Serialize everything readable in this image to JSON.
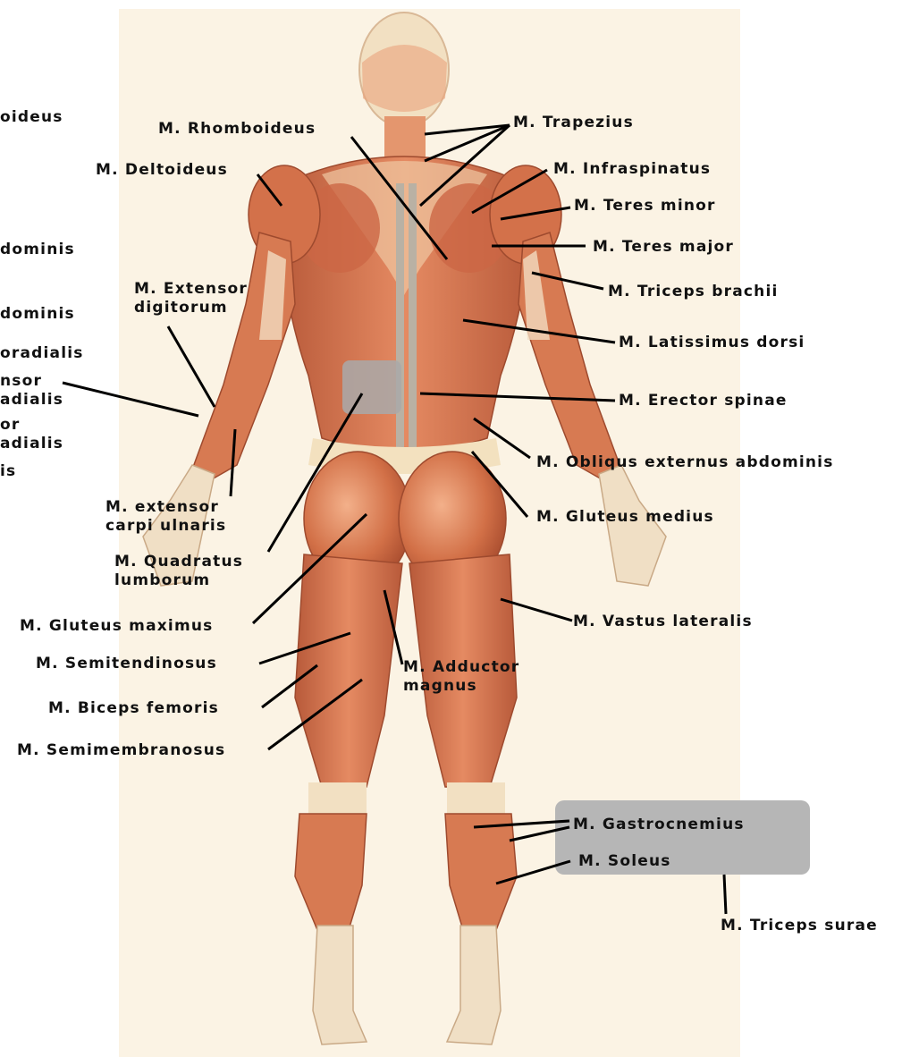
{
  "labels": {
    "rhomboideus": "M. Rhomboideus",
    "trapezius": "M. Trapezius",
    "deltoideus": "M. Deltoideus",
    "infraspinatus": "M. Infraspinatus",
    "teres_minor": "M. Teres minor",
    "teres_major": "M. Teres major",
    "triceps_brachii": "M. Triceps brachii",
    "extensor_digitorum_1": "M. Extensor",
    "extensor_digitorum_2": "digitorum",
    "latissimus_dorsi": "M. Latissimus dorsi",
    "erector_spinae": "M. Erector spinae",
    "obliqus_externus": "M. Obliqus externus abdominis",
    "gluteus_medius": "M. Gluteus medius",
    "extensor_carpi_ulnaris_1": "M. extensor",
    "extensor_carpi_ulnaris_2": "carpi ulnaris",
    "quadratus_lumborum_1": "M. Quadratus",
    "quadratus_lumborum_2": "lumborum",
    "gluteus_maximus": "M. Gluteus maximus",
    "vastus_lateralis": "M. Vastus lateralis",
    "semitendinosus": "M. Semitendinosus",
    "adductor_magnus_1": "M. Adductor",
    "adductor_magnus_2": "magnus",
    "biceps_femoris": "M. Biceps femoris",
    "semimembranosus": "M. Semimembranosus",
    "gastrocnemius": "M. Gastrocnemius",
    "soleus": "M. Soleus",
    "triceps_surae": "M. Triceps surae"
  },
  "cropped_labels": {
    "c1": "oideus",
    "c2": "dominis",
    "c3": "dominis",
    "c4": "oradialis",
    "c5": "nsor",
    "c6": "adialis",
    "c7": "or",
    "c8": "adialis",
    "c9": "is"
  },
  "colors": {
    "muscle": "#d9744f",
    "muscle_dark": "#b14f33",
    "tendon": "#f3e1bf",
    "skin_panel": "#fbf3e4",
    "leader_line": "#000000",
    "highlight_box": "#b6b6b6"
  }
}
